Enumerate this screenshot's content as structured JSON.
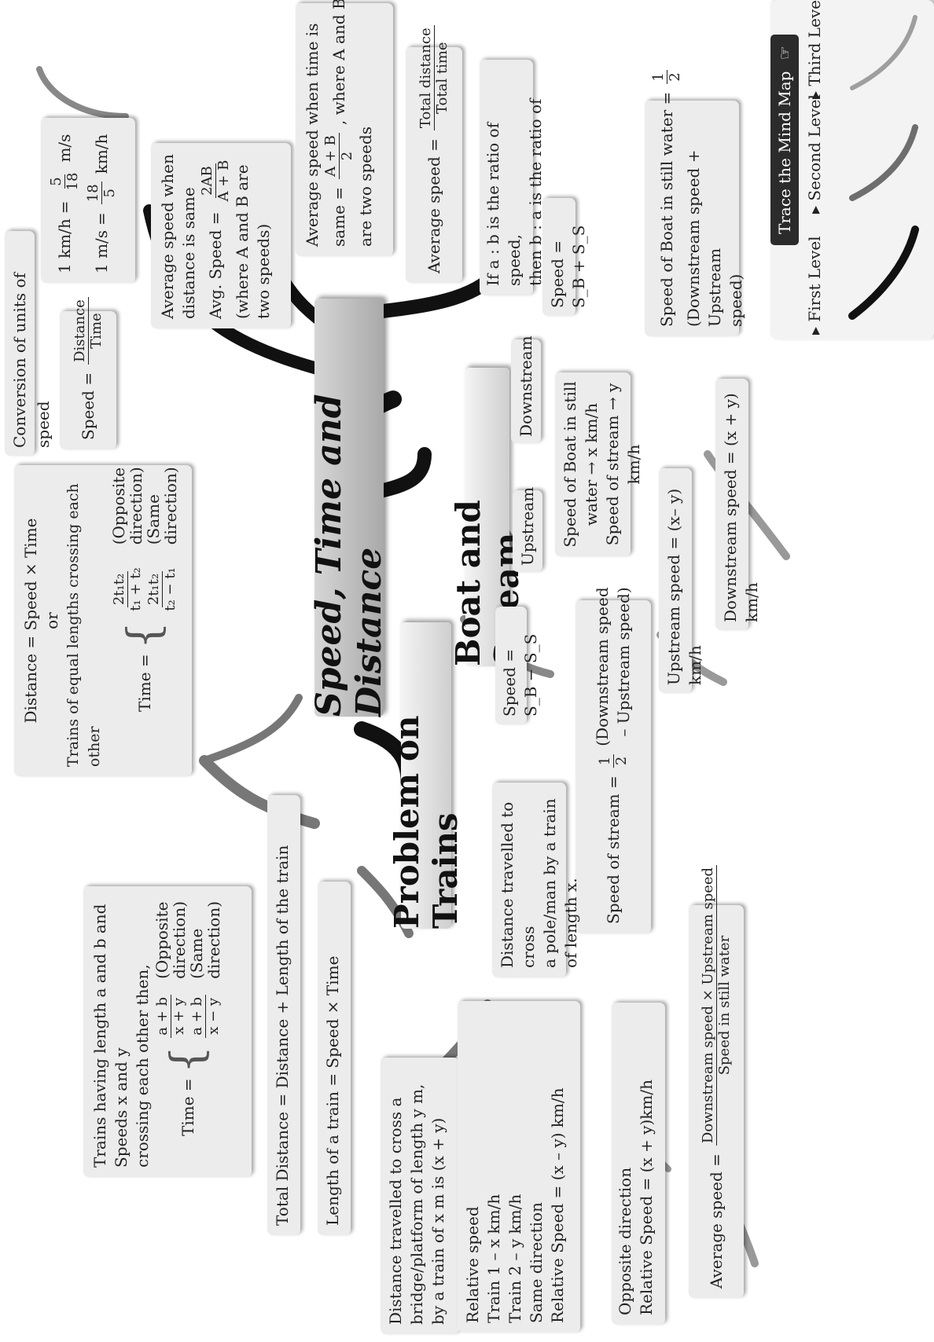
{
  "central_topic": "Speed, Time and Distance",
  "branches": {
    "trains": "Problem on Trains",
    "boat": "Boat and Stream"
  },
  "speed_formula": {
    "lhs": "Speed =",
    "num": "Distance",
    "den": "Time"
  },
  "conversion": {
    "title": "Conversion of units of speed",
    "line1_lhs": "1 km/h",
    "line1_eq": "=",
    "line1_num": "5",
    "line1_den": "18",
    "line1_unit": "m/s",
    "line2_lhs": "1 m/s",
    "line2_eq": "=",
    "line2_num": "18",
    "line2_den": "5",
    "line2_unit": "km/h"
  },
  "avg_same_distance": {
    "line1": "Average speed when",
    "line2": "distance is same",
    "lhs": "Avg. Speed =",
    "num": "2AB",
    "den": "A + B",
    "line4": "(where A and B are",
    "line5": "two speeds)"
  },
  "avg_same_time": {
    "line1": "Average speed when time is",
    "lhs": "same =",
    "num": "A + B",
    "den": "2",
    "rhs": ", where A and B",
    "line3": "are two speeds"
  },
  "avg_total": {
    "lhs": "Average speed =",
    "num": "Total distance",
    "den": "Total time"
  },
  "ratio_box": {
    "line1": "If a : b is the ratio of speed,",
    "line2": "then b : a is the ratio of time"
  },
  "distance_box": {
    "line1": "Distance = Speed × Time",
    "line2": "or",
    "line3": "Trains of equal lengths crossing each other",
    "time_label": "Time =",
    "frac1_num": "2t₁t₂",
    "frac1_den": "t₁ + t₂",
    "note1a": "(Opposite",
    "note1b": "direction)",
    "frac2_num": "2t₁t₂",
    "frac2_den": "t₂ − t₁",
    "note2a": "(Same",
    "note2b": "direction)"
  },
  "trains_ab_box": {
    "line1": "Trains having length a and b and",
    "line2": "Speeds x and y",
    "line3": "crossing each other then,",
    "time_label": "Time =",
    "f1_num": "a + b",
    "f1_den": "x + y",
    "note1a": "(Opposite",
    "note1b": "direction)",
    "f2_num": "a + b",
    "f2_den": "x − y",
    "note2a": "(Same",
    "note2b": "direction)"
  },
  "total_distance": "Total Distance = Distance + Length of the train",
  "length_train": "Length of a train = Speed × Time",
  "bridge_box": {
    "line1": "Distance travelled to cross a",
    "line2": "bridge/platform of length y m,",
    "line3": "by a train of x m is (x + y)"
  },
  "pole_box": {
    "line1": "Distance travelled to cross",
    "line2": "a pole/man by a train",
    "line3": "of length x."
  },
  "relative_box": {
    "line1": "Relative speed",
    "line2": "Train 1 – x km/h",
    "line3": "Train 2 – y km/h",
    "line4": "Same direction",
    "line5": "Relative Speed = (x – y) km/h"
  },
  "opposite_box": {
    "line1": "Opposite direction",
    "line2": "Relative Speed = (x + y)km/h"
  },
  "avg_speed_boat": {
    "lhs": "Average speed =",
    "num": "Downstream speed × Upstream speed",
    "den": "Speed in still water"
  },
  "speed_stream_box": {
    "lhs": "Speed of stream =",
    "num": "1",
    "den": "2",
    "rhs1": "(Downstream speed",
    "rhs2": "– Upstream speed)"
  },
  "upstream_label": "Upstream",
  "downstream_label": "Downstream",
  "speed_sb_minus": "Speed = S_B − S_S",
  "speed_sb_plus": "Speed = S_B + S_S",
  "still_water_box": {
    "line1": "Speed of Boat in still",
    "line2": "water → x km/h",
    "line3": "Speed of stream → y km/h"
  },
  "upstream_speed": "Upstream speed = (x– y) km/h",
  "downstream_speed": "Downstream speed = (x + y) km/h",
  "boat_still_box": {
    "lhs": "Speed of Boat in still water =",
    "num": "1",
    "den": "2",
    "line2": "(Downstream speed + Upstream",
    "line3": "speed)"
  },
  "legend": {
    "title": "Trace the Mind Map",
    "first": "First Level",
    "second": "Second Level",
    "third": "Third Level"
  },
  "colors": {
    "first_level": "#111111",
    "second_level": "#7a7a7a",
    "third_level": "#a6a6a6",
    "box": "#ececec"
  }
}
